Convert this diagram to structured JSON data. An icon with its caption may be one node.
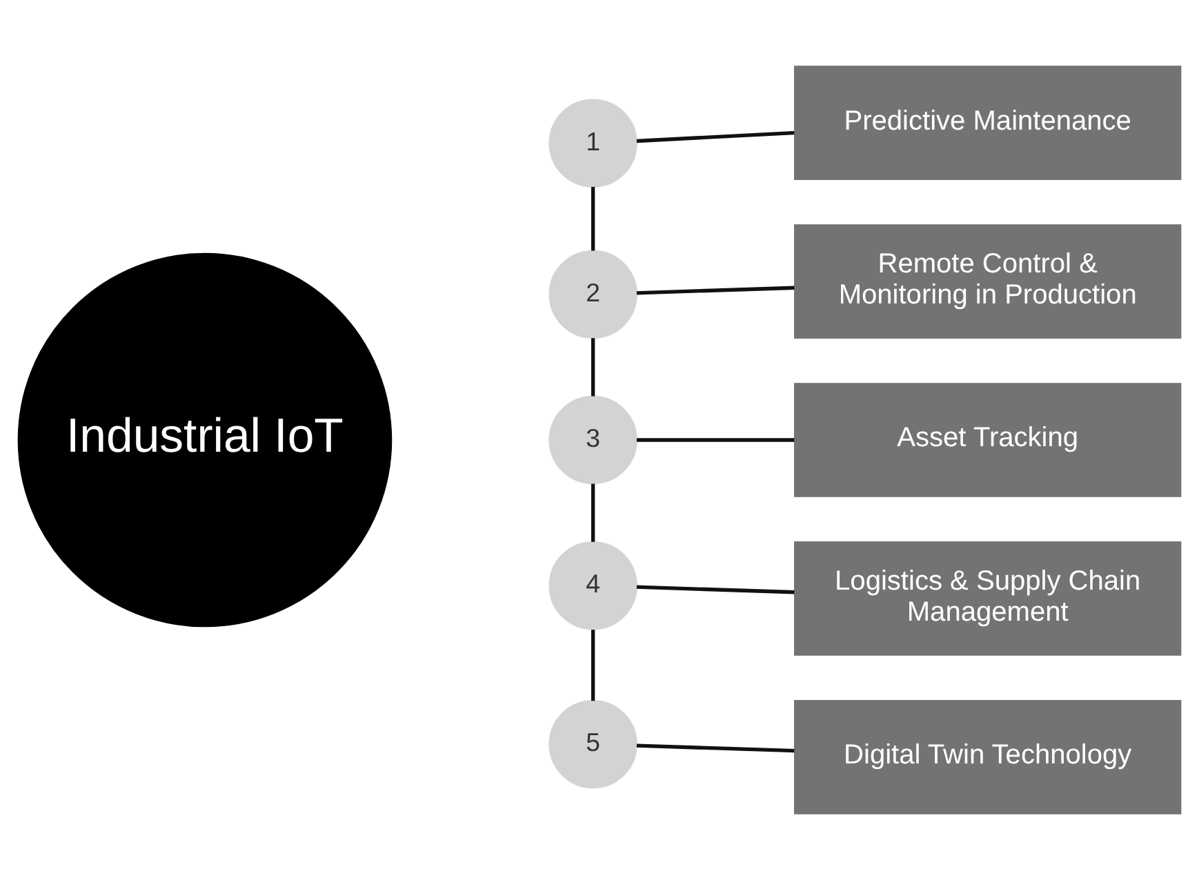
{
  "diagram": {
    "nodes": [
      {
        "text": [
          "Industrial IoT"
        ]
      },
      {
        "text": [
          "1"
        ]
      },
      {
        "text": [
          "2"
        ]
      },
      {
        "text": [
          "3"
        ]
      },
      {
        "text": [
          "4"
        ]
      },
      {
        "text": [
          "5"
        ]
      },
      {
        "text": [
          "Predictive Maintenance"
        ]
      },
      {
        "text": [
          "Remote Control & Monitoring in Production"
        ]
      },
      {
        "text": [
          "Asset Tracking"
        ]
      },
      {
        "text": [
          "Logistics & Supply Chain Management"
        ]
      },
      {
        "text": [
          "Digital Twin Technology"
        ]
      }
    ],
    "edges": [
      {
        "from": 1,
        "to": 2,
        "arrow": "none"
      },
      {
        "from": 2,
        "to": 3,
        "arrow": "none"
      },
      {
        "from": 3,
        "to": 4,
        "arrow": "none"
      },
      {
        "from": 4,
        "to": 5,
        "arrow": "none"
      },
      {
        "from": 1,
        "to": 6,
        "arrow": "none"
      },
      {
        "from": 2,
        "to": 7,
        "arrow": "none"
      },
      {
        "from": 3,
        "to": 8,
        "arrow": "none"
      },
      {
        "from": 4,
        "to": 9,
        "arrow": "none"
      },
      {
        "from": 5,
        "to": 10,
        "arrow": "none"
      }
    ]
  }
}
